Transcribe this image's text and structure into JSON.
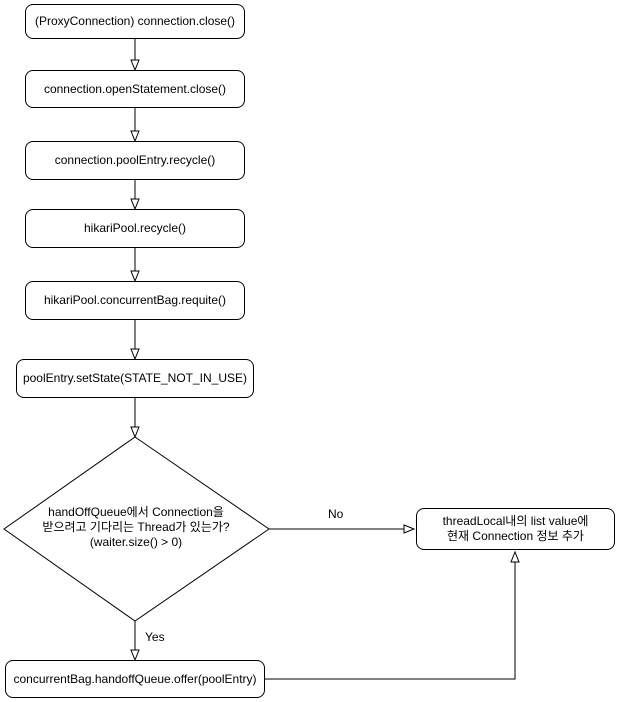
{
  "flowchart": {
    "colors": {
      "background": "#ffffff",
      "line": "#000000",
      "text": "#000000",
      "node_fill": "#ffffff"
    },
    "nodes": {
      "proxyClose": {
        "label": "(ProxyConnection) connection.close()"
      },
      "openStatementClose": {
        "label": "connection.openStatement.close()"
      },
      "poolEntryRecycle": {
        "label": "connection.poolEntry.recycle()"
      },
      "hikariPoolRecycle": {
        "label": "hikariPool.recycle()"
      },
      "concurrentBagRequite": {
        "label": "hikariPool.concurrentBag.requite()"
      },
      "setState": {
        "label": "poolEntry.setState(STATE_NOT_IN_USE)"
      },
      "waiterDecision": {
        "line1": "handOffQueue에서 Connection을",
        "line2": "받으려고 기다리는 Thread가 있는가?",
        "line3": "(waiter.size() > 0)"
      },
      "threadLocalAdd": {
        "line1": "threadLocal내의 list value에",
        "line2": "현재 Connection 정보 추가"
      },
      "handoffOffer": {
        "label": "concurrentBag.handoffQueue.offer(poolEntry)"
      }
    },
    "edgeLabels": {
      "no": "No",
      "yes": "Yes"
    }
  }
}
